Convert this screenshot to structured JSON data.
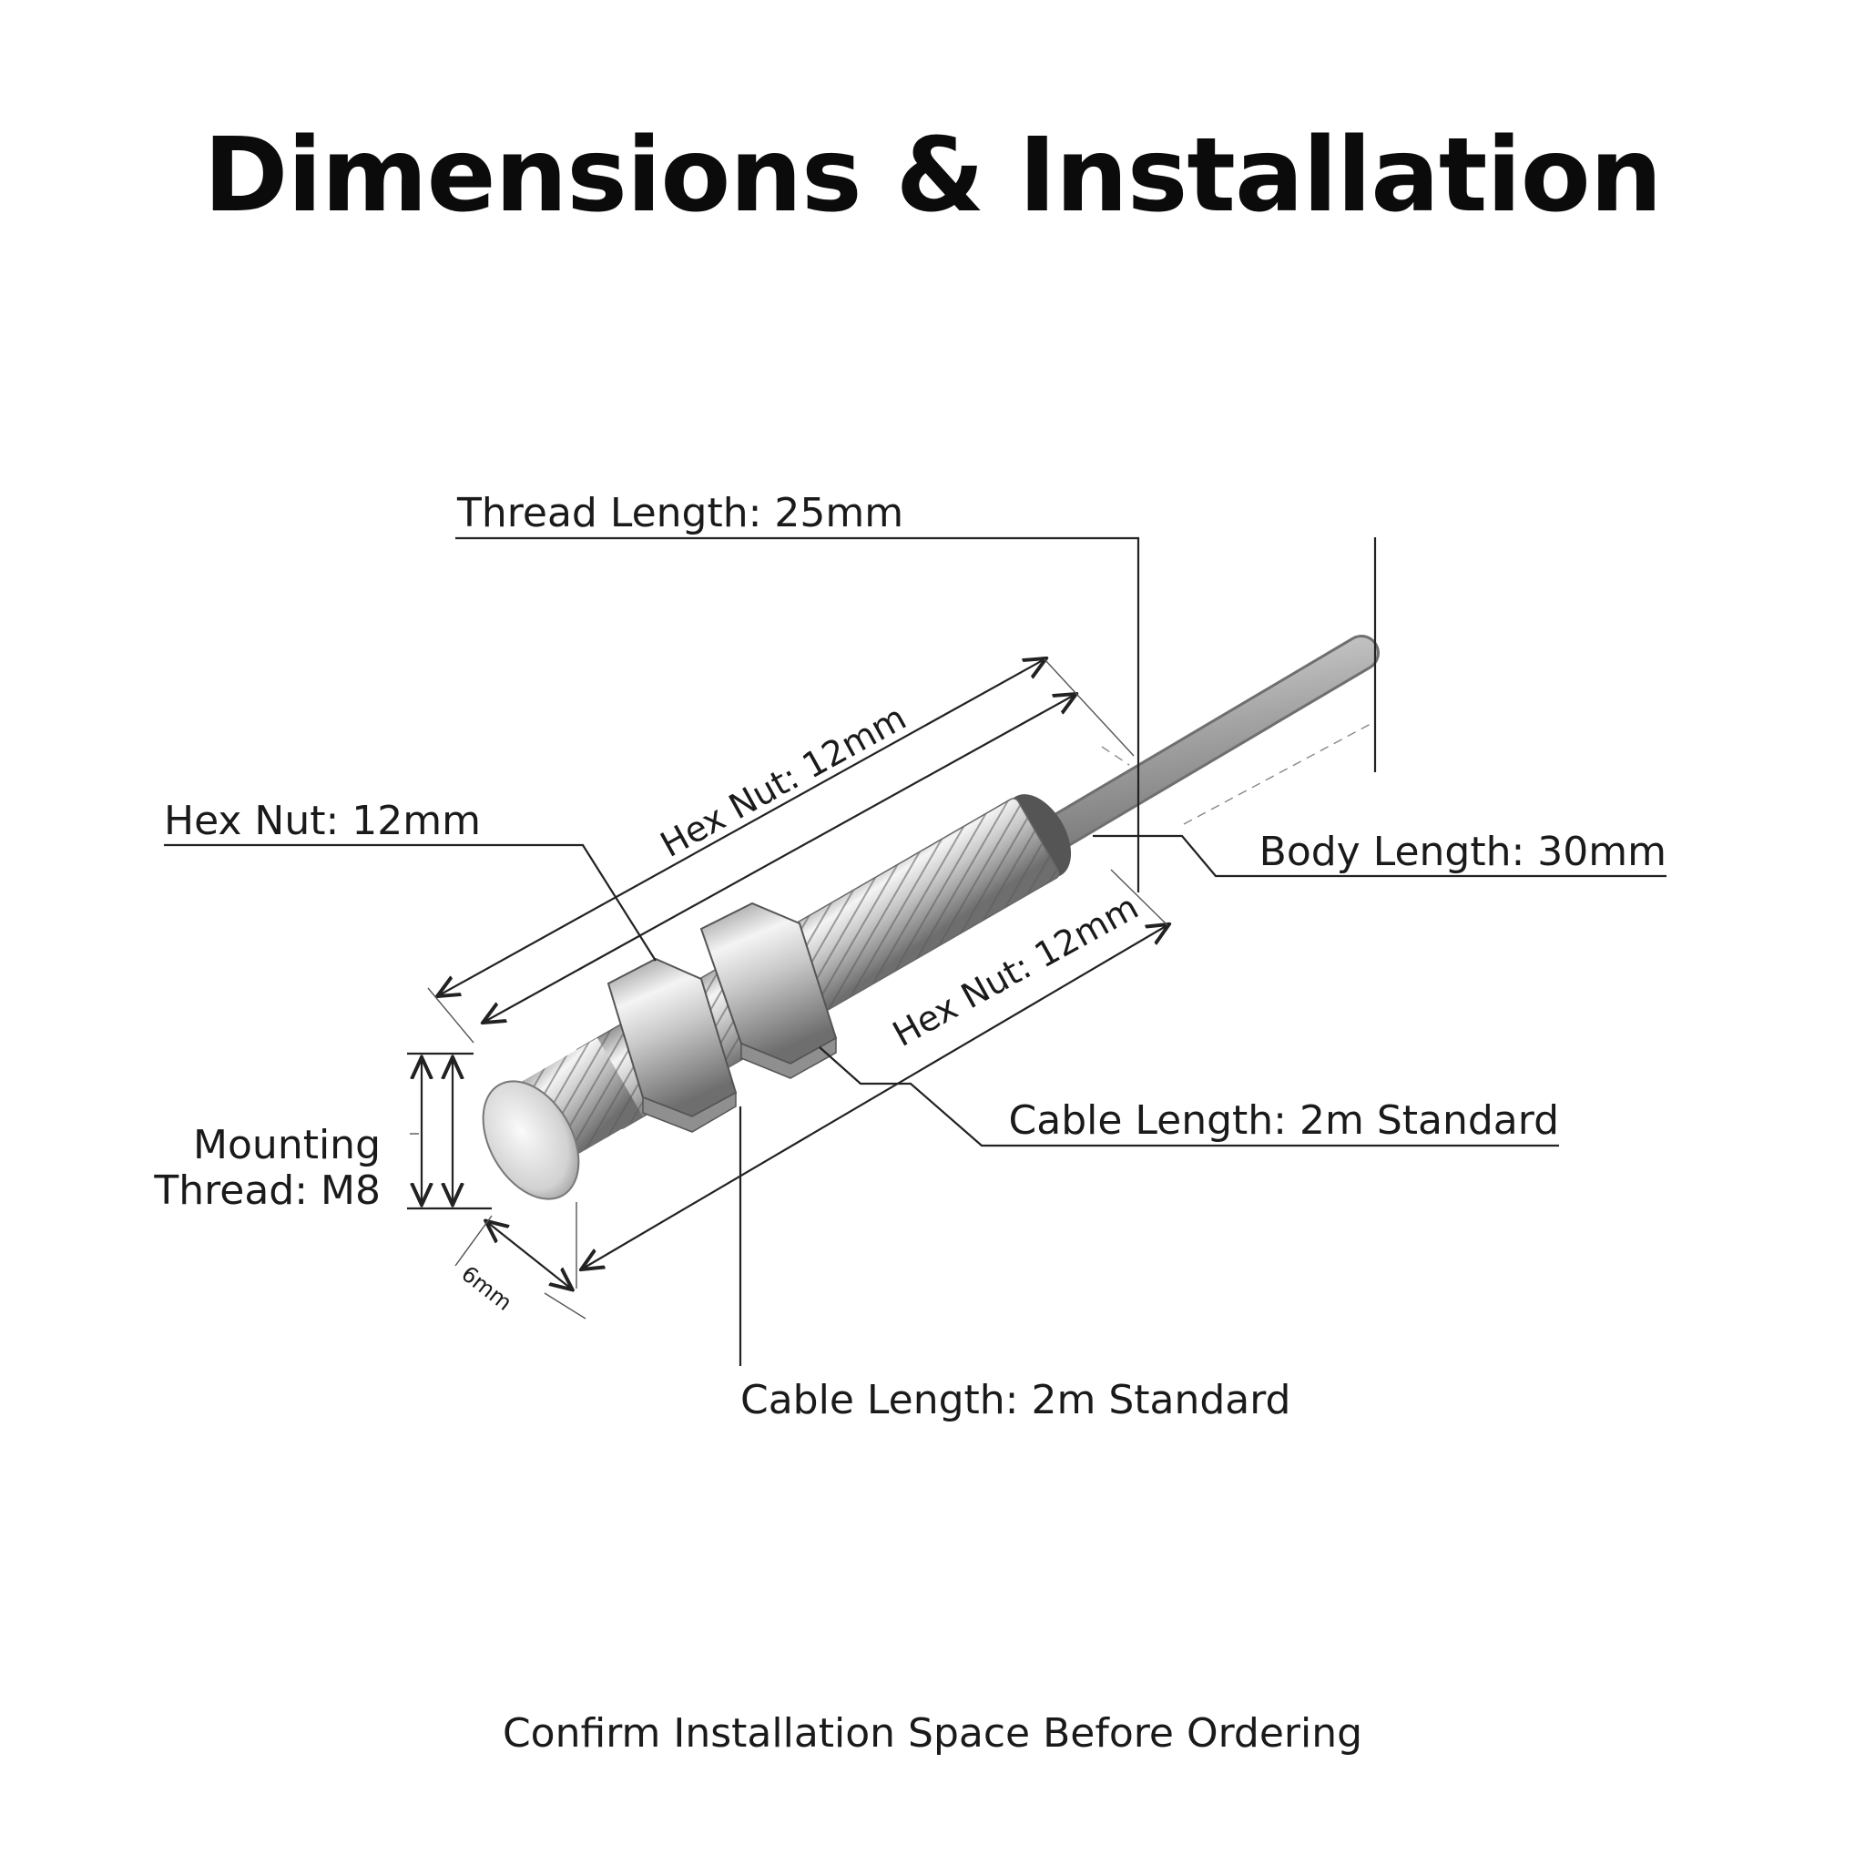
{
  "title": "Dimensions & Installation",
  "footer": "Confirm Installation Space Before Ordering",
  "callouts": {
    "thread_length": "Thread Length: 25mm",
    "hex_nut_left": "Hex Nut: 12mm",
    "body_length": "Body Length: 30mm",
    "cable_length_right": "Cable Length: 2m Standard",
    "cable_length_bottom": "Cable Length: 2m Standard",
    "mounting_thread_line1": "Mounting",
    "mounting_thread_line2": "Thread: M8"
  },
  "dimension_labels": {
    "upper_hex_nut": "Hex Nut: 12mm",
    "lower_hex_nut": "Hex Nut: 12mm",
    "front_small": "6mm"
  },
  "colors": {
    "metal_light": "#f2f2f2",
    "metal_mid": "#bdbdbd",
    "metal_dark": "#7a7a7a",
    "cable": "#a9a9a9",
    "line": "#222222"
  }
}
